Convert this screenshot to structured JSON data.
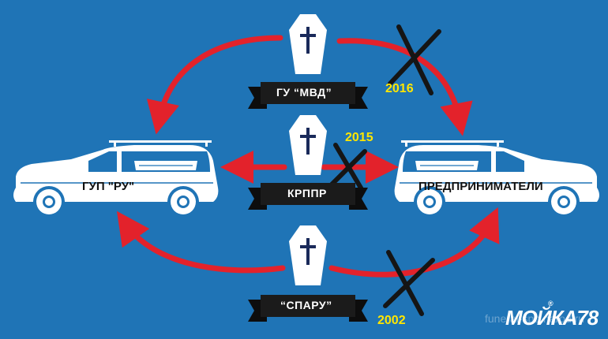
{
  "colors": {
    "background": "#1f74b6",
    "arrow": "#e3222b",
    "cross": "#151515",
    "year": "#ffe600",
    "ribbon": "#1b1b1b",
    "car": "#ffffff",
    "coffin": "#ffffff"
  },
  "nodes": {
    "left": {
      "label": "ГУП \"РУ\"",
      "icon": "hearse-icon"
    },
    "right": {
      "label": "ПРЕДПРИНИМАТЕЛИ",
      "icon": "hearse-icon"
    }
  },
  "channels": [
    {
      "id": "top",
      "label": "ГУ “МВД”",
      "year": "2016",
      "icon": "coffin-icon"
    },
    {
      "id": "middle",
      "label": "КРППР",
      "year": "2015",
      "icon": "coffin-icon"
    },
    {
      "id": "bottom",
      "label": "“СПАРУ”",
      "year": "2002",
      "icon": "coffin-icon"
    }
  ],
  "watermark": {
    "site": "funeral-spb.narod.ru",
    "brand": "МОЙКА78",
    "brand_mark": "®"
  }
}
